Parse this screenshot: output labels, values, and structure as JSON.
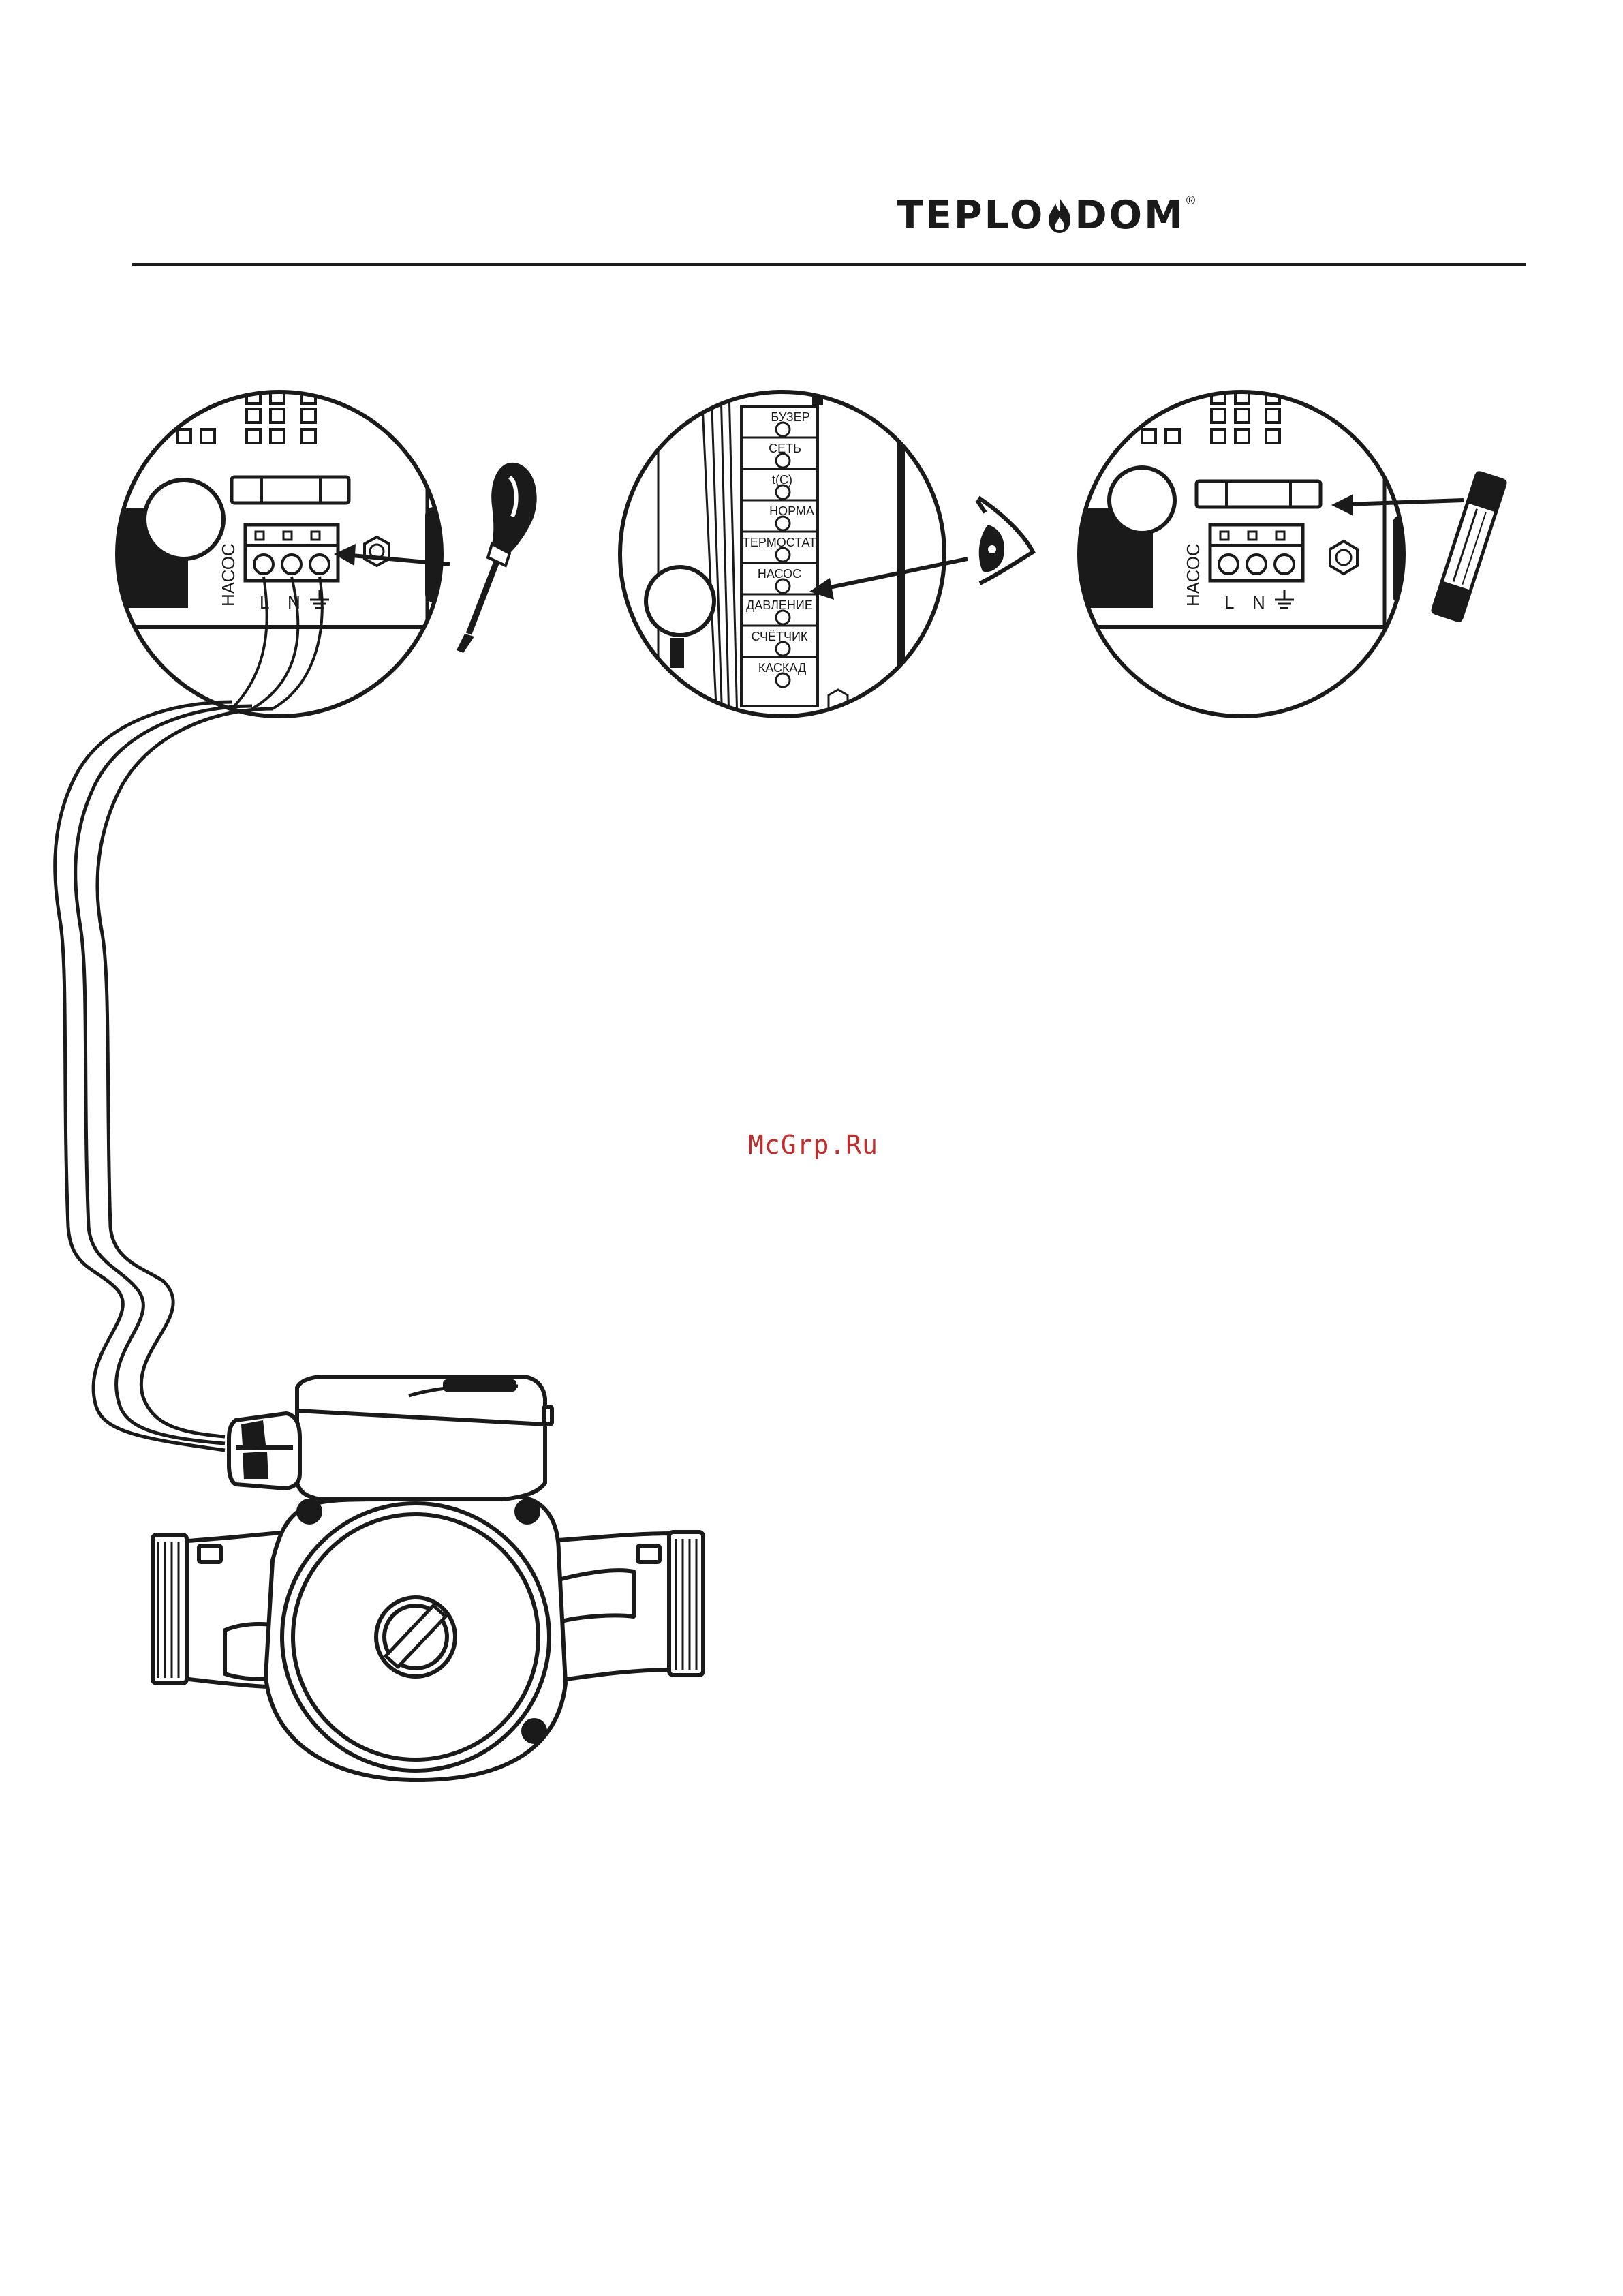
{
  "brand": {
    "logo_left": "TEPLO",
    "logo_right": "DOM",
    "registered_mark": "®",
    "flame_icon": "flame-icon"
  },
  "panel_left": {
    "terminal_label": "НАСОС",
    "terminals": [
      "L",
      "N"
    ],
    "tool_icon": "screwdriver-icon"
  },
  "panel_middle": {
    "indicator_labels": [
      "БУЗЕР",
      "СЕТЬ",
      "t(C)",
      "НОРМА",
      "ТЕРМОСТАТ",
      "НАСОС",
      "ДАВЛЕНИЕ",
      "СЧЁТЧИК",
      "КАСКАД"
    ],
    "viewer_icon": "eye-icon"
  },
  "panel_right": {
    "terminal_label": "НАСОС",
    "terminals": [
      "L",
      "N"
    ],
    "part_icon": "fuse-icon"
  },
  "pump": {
    "icon": "circulation-pump-icon"
  },
  "watermark": "McGrp.Ru",
  "colors": {
    "ink": "#1a1a1a",
    "watermark": "#c62b2b",
    "background": "#ffffff"
  }
}
